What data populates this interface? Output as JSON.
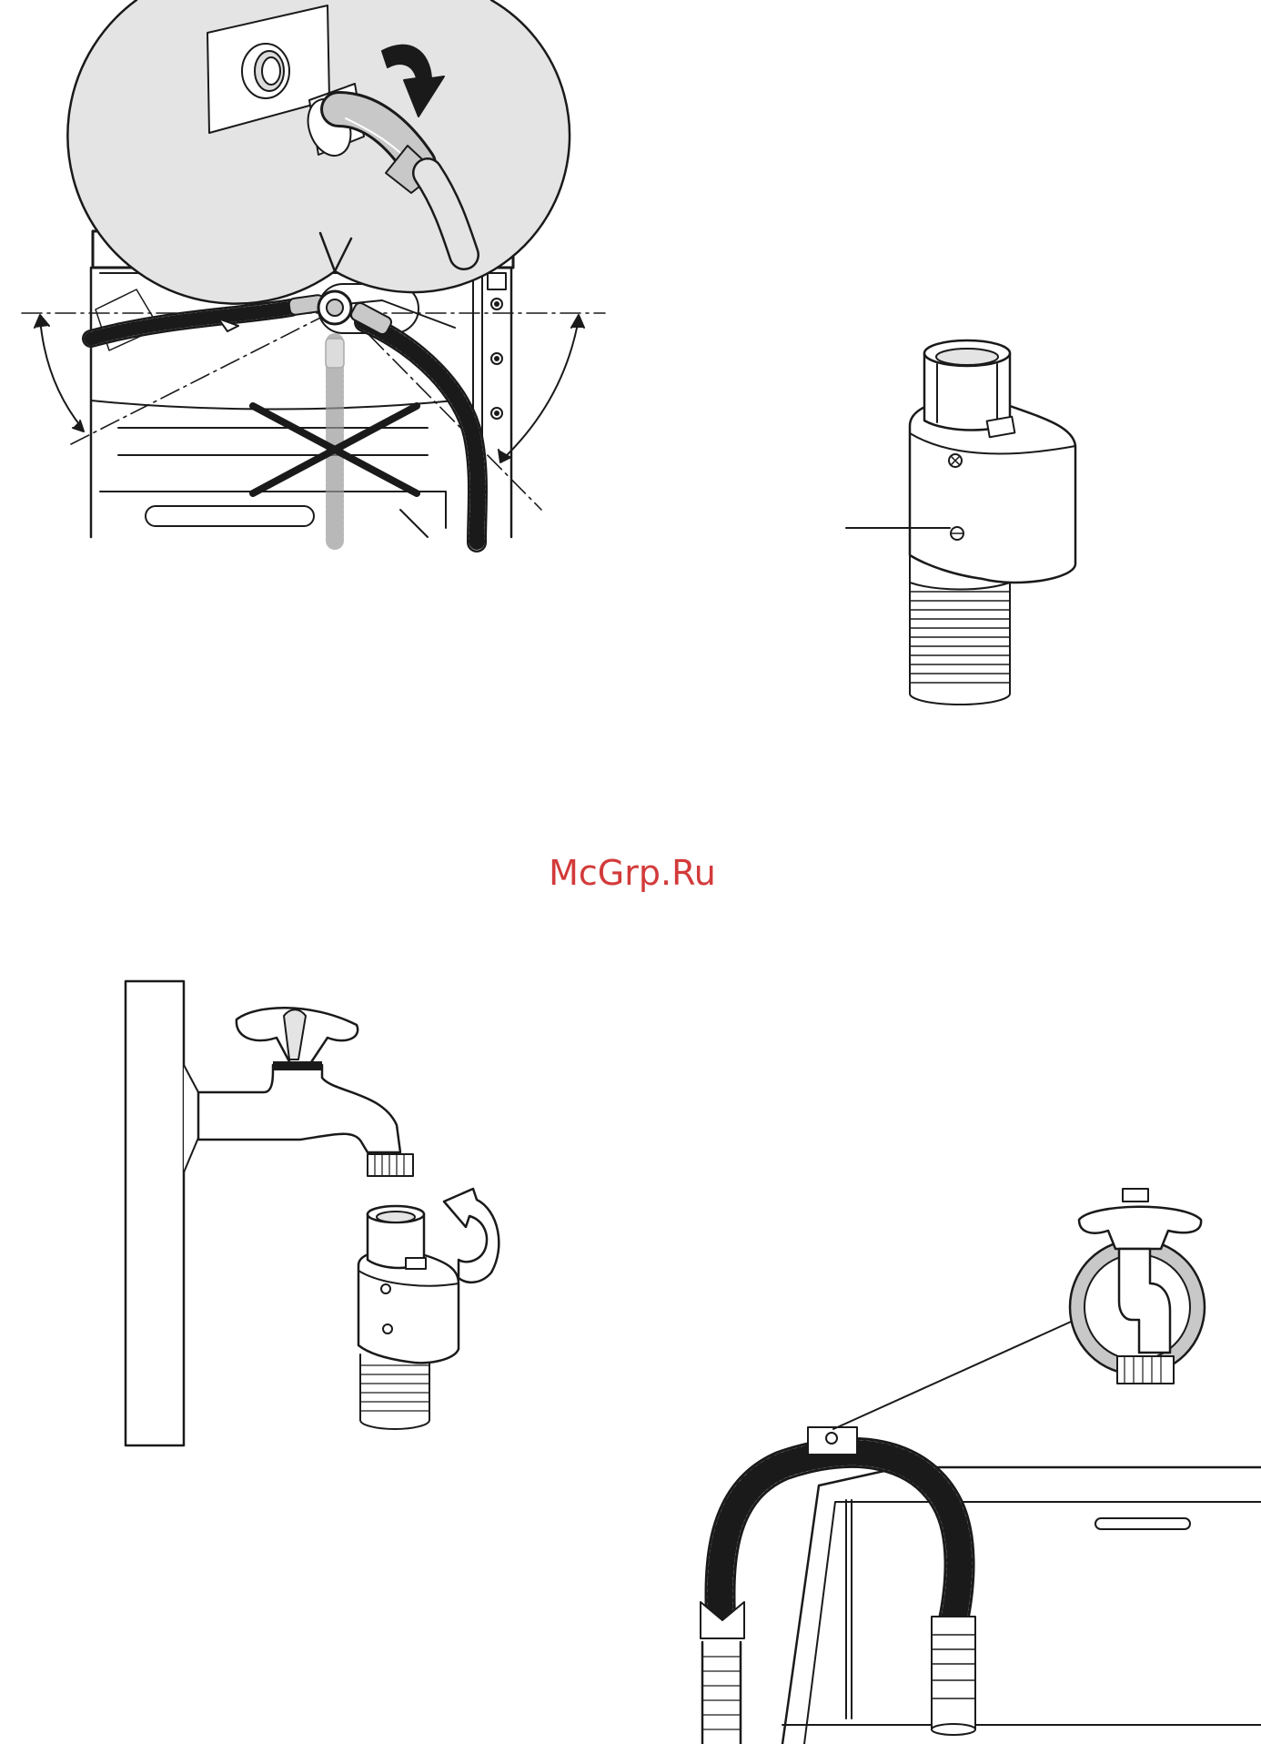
{
  "watermark": {
    "text": "McGrp.Ru",
    "color": "#d33a3a"
  },
  "figures": [
    {
      "id": "fig-hose-angle",
      "icons": [
        "inlet-hose-icon",
        "rotate-arrow-icon",
        "cross-mark-icon",
        "angle-arrow-icon"
      ]
    },
    {
      "id": "fig-adapter",
      "icons": [
        "tap-adapter-icon",
        "screw-icon",
        "pointer-line-icon"
      ]
    },
    {
      "id": "fig-tap-attach",
      "icons": [
        "wall-icon",
        "tap-icon",
        "rotate-arrow-icon",
        "tap-adapter-icon"
      ]
    },
    {
      "id": "fig-drain-hose",
      "icons": [
        "drain-hose-icon",
        "tap-detail-icon",
        "tub-icon"
      ]
    }
  ],
  "colors": {
    "line": "#1a1a1a",
    "shade": "#c8c8c8",
    "light_shade": "#e4e4e4"
  }
}
